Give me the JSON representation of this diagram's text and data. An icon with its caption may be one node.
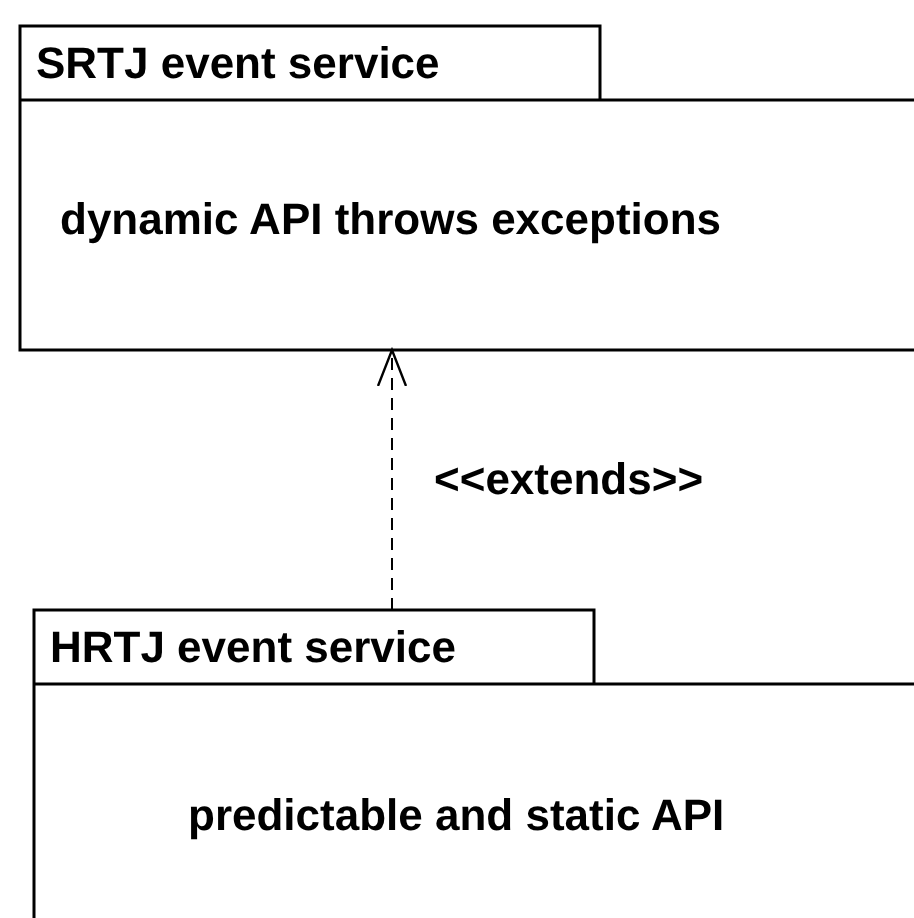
{
  "diagram": {
    "nodes": [
      {
        "text": [
          "SRTJ event service",
          "dynamic API throws exceptions"
        ]
      },
      {
        "text": [
          "HRTJ event service",
          "predictable and static API"
        ]
      }
    ],
    "edges": [
      {
        "from": 1,
        "to": 0,
        "arrow": "to",
        "style": "dashed",
        "label": "<<extends>>"
      }
    ]
  }
}
